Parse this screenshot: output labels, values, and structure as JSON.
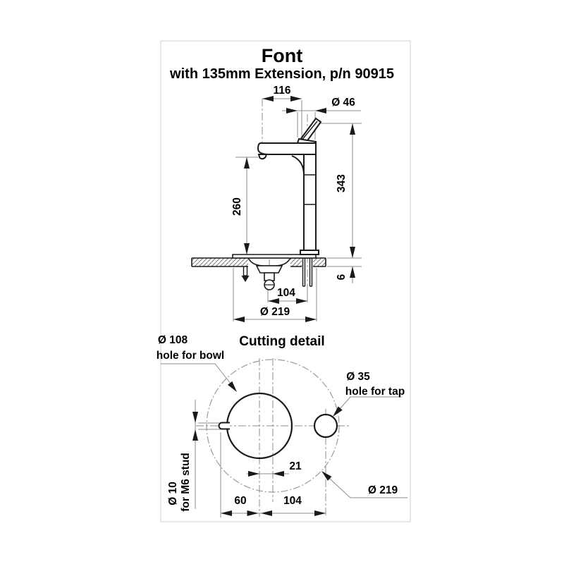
{
  "title_block": {
    "title": "Font",
    "subtitle": "with 135mm Extension, p/n 90915"
  },
  "side_view": {
    "dim_spout_reach": "116",
    "dim_head_diameter": "Ø 46",
    "dim_total_height": "343",
    "dim_spout_height": "260",
    "dim_hole_spacing": "104",
    "dim_base_diameter": "Ø 219",
    "dim_counter_thickness": "6"
  },
  "cutting_detail": {
    "heading": "Cutting detail",
    "bowl_hole_diameter": "Ø 108",
    "bowl_hole_label": "hole for bowl",
    "tap_hole_diameter": "Ø 35",
    "tap_hole_label": "hole for tap",
    "stud_hole_diameter": "Ø 10",
    "stud_hole_label": "for M6 stud",
    "dim_center_offset": "21",
    "dim_stud_to_bowl_center": "60",
    "dim_bowl_to_tap_center": "104",
    "dim_cutout_diameter": "Ø 219"
  },
  "colors": {
    "object_line": "#1a1a1a",
    "dimension_line": "#8c8c8c",
    "text": "#000000",
    "background": "#ffffff",
    "frame": "#d9d9d9"
  }
}
